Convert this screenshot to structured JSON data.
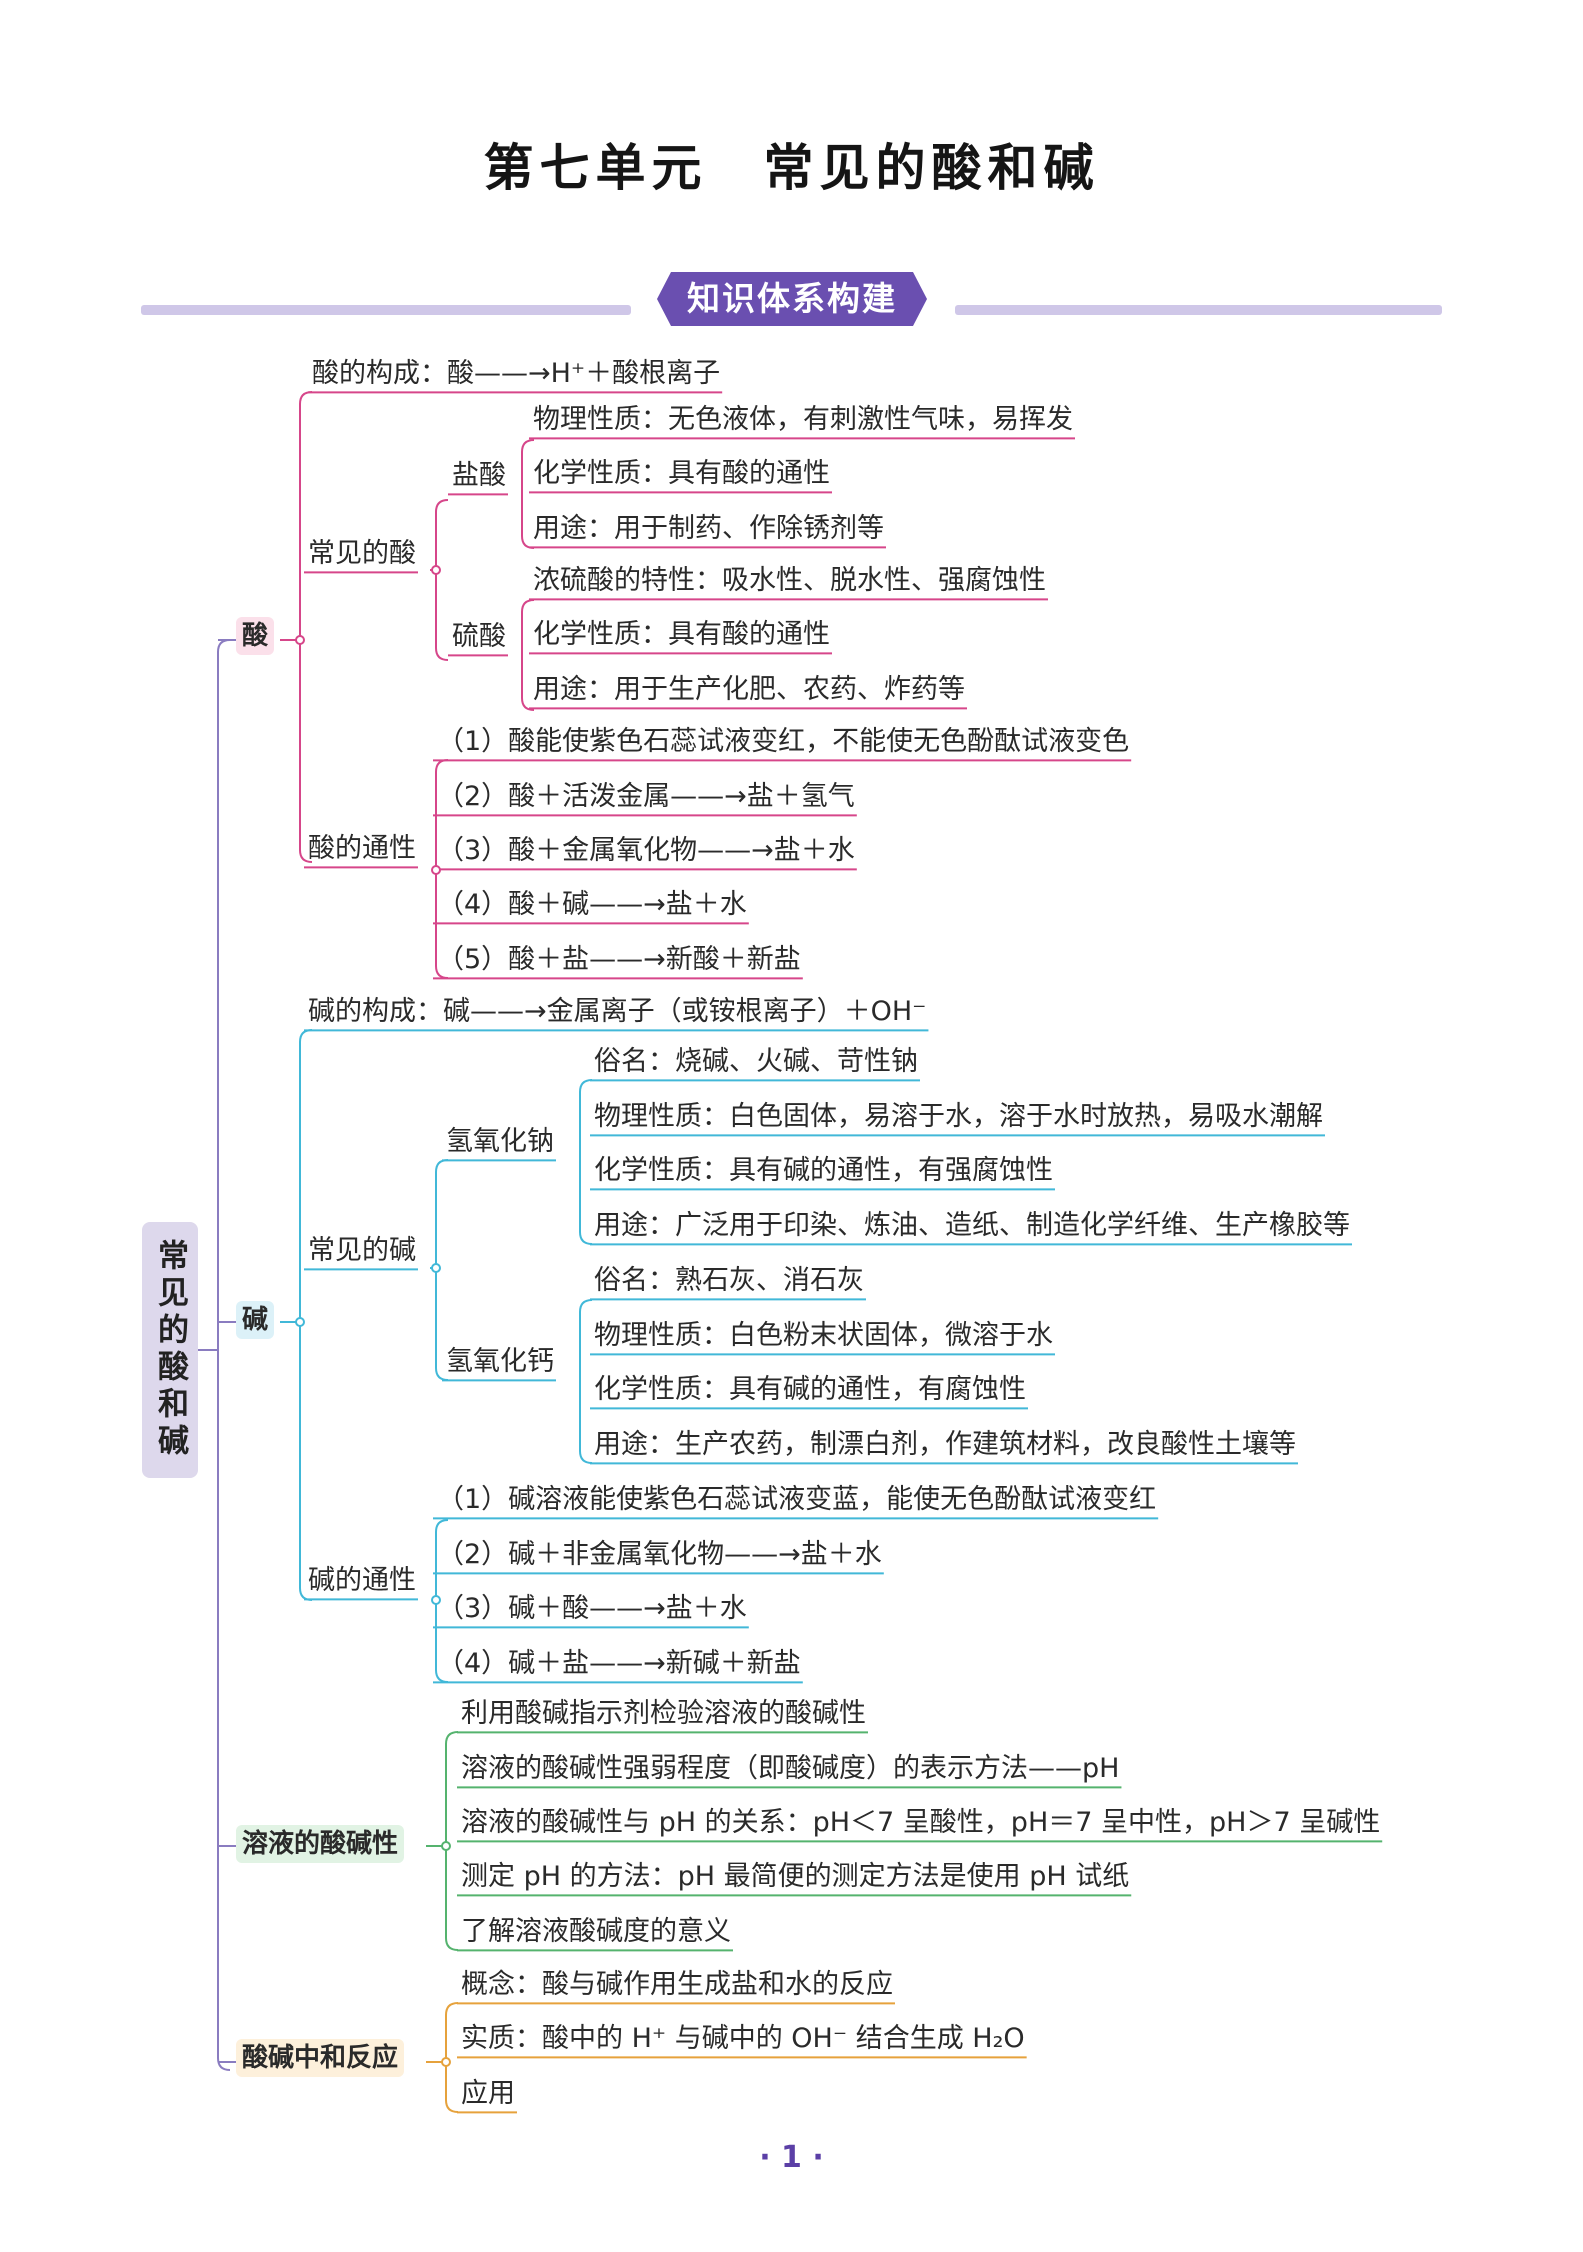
{
  "title": "第七单元　常见的酸和碱",
  "banner": "知识体系构建",
  "page_number": "· 1 ·",
  "root": "常见的酸和碱",
  "colors": {
    "acid": "#d6468a",
    "base": "#41b8d8",
    "solution": "#55b36e",
    "neutral": "#e6a23c",
    "root_line": "#8a7cc0",
    "banner": "#6a4fb0",
    "band": "#cfc7e8"
  },
  "acid": {
    "label": "酸",
    "composition": "酸的构成：酸——→H⁺＋酸根离子",
    "common": {
      "label": "常见的酸",
      "hcl": {
        "label": "盐酸",
        "items": [
          "物理性质：无色液体，有刺激性气味，易挥发",
          "化学性质：具有酸的通性",
          "用途：用于制药、作除锈剂等"
        ]
      },
      "h2so4": {
        "label": "硫酸",
        "items": [
          "浓硫酸的特性：吸水性、脱水性、强腐蚀性",
          "化学性质：具有酸的通性",
          "用途：用于生产化肥、农药、炸药等"
        ]
      }
    },
    "general": {
      "label": "酸的通性",
      "items": [
        "（1）酸能使紫色石蕊试液变红，不能使无色酚酞试液变色",
        "（2）酸＋活泼金属——→盐＋氢气",
        "（3）酸＋金属氧化物——→盐＋水",
        "（4）酸＋碱——→盐＋水",
        "（5）酸＋盐——→新酸＋新盐"
      ]
    }
  },
  "base": {
    "label": "碱",
    "composition": "碱的构成：碱——→金属离子（或铵根离子）＋OH⁻",
    "common": {
      "label": "常见的碱",
      "naoh": {
        "label": "氢氧化钠",
        "items": [
          "俗名：烧碱、火碱、苛性钠",
          "物理性质：白色固体，易溶于水，溶于水时放热，易吸水潮解",
          "化学性质：具有碱的通性，有强腐蚀性",
          "用途：广泛用于印染、炼油、造纸、制造化学纤维、生产橡胶等"
        ]
      },
      "caoh2": {
        "label": "氢氧化钙",
        "items": [
          "俗名：熟石灰、消石灰",
          "物理性质：白色粉末状固体，微溶于水",
          "化学性质：具有碱的通性，有腐蚀性",
          "用途：生产农药，制漂白剂，作建筑材料，改良酸性土壤等"
        ]
      }
    },
    "general": {
      "label": "碱的通性",
      "items": [
        "（1）碱溶液能使紫色石蕊试液变蓝，能使无色酚酞试液变红",
        "（2）碱＋非金属氧化物——→盐＋水",
        "（3）碱＋酸——→盐＋水",
        "（4）碱＋盐——→新碱＋新盐"
      ]
    }
  },
  "solution": {
    "label": "溶液的酸碱性",
    "items": [
      "利用酸碱指示剂检验溶液的酸碱性",
      "溶液的酸碱性强弱程度（即酸碱度）的表示方法——pH",
      "溶液的酸碱性与 pH 的关系：pH＜7 呈酸性，pH＝7 呈中性，pH＞7 呈碱性",
      "测定 pH 的方法：pH 最简便的测定方法是使用 pH 试纸",
      "了解溶液酸碱度的意义"
    ]
  },
  "neutralization": {
    "label": "酸碱中和反应",
    "items": [
      "概念：酸与碱作用生成盐和水的反应",
      "实质：酸中的 H⁺ 与碱中的 OH⁻ 结合生成 H₂O",
      "应用"
    ]
  }
}
